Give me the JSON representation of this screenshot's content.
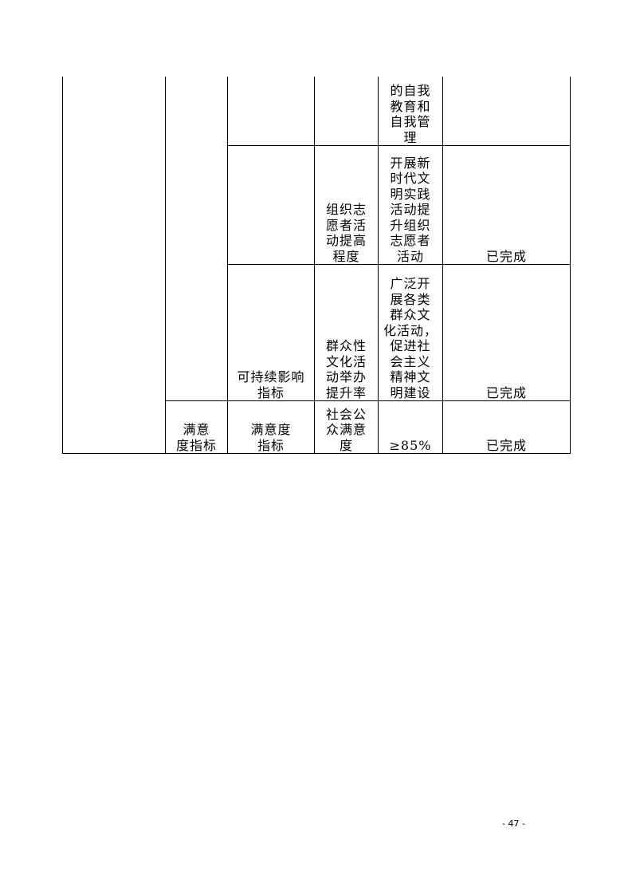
{
  "table": {
    "rows": [
      {
        "level2": "",
        "level3": "",
        "indicator": "",
        "target_lines": [
          "的自我",
          "教育和",
          "自我管",
          "理"
        ],
        "result": ""
      },
      {
        "level2": "",
        "level3": "",
        "indicator_lines": [
          "组织志",
          "愿者活",
          "动提高",
          "程度"
        ],
        "target_lines": [
          "开展新",
          "时代文",
          "明实践",
          "活动提",
          "升组织",
          "志愿者",
          "活动"
        ],
        "result": "已完成"
      },
      {
        "level2": "",
        "level3_lines": [
          "可持续影响",
          "指标"
        ],
        "indicator_lines": [
          "群众性",
          "文化活",
          "动举办",
          "提升率"
        ],
        "target_lines": [
          "广泛开",
          "展各类",
          "群众文",
          "化活动，",
          "促进社",
          "会主义",
          "精神文",
          "明建设"
        ],
        "result": "已完成"
      },
      {
        "level2_lines": [
          "满意",
          "度指标"
        ],
        "level3_lines": [
          "满意度",
          "指标"
        ],
        "indicator_lines": [
          "社会公",
          "众满意",
          "度"
        ],
        "target": "≥85%",
        "result": "已完成"
      }
    ]
  },
  "page_number": "- 47 -"
}
